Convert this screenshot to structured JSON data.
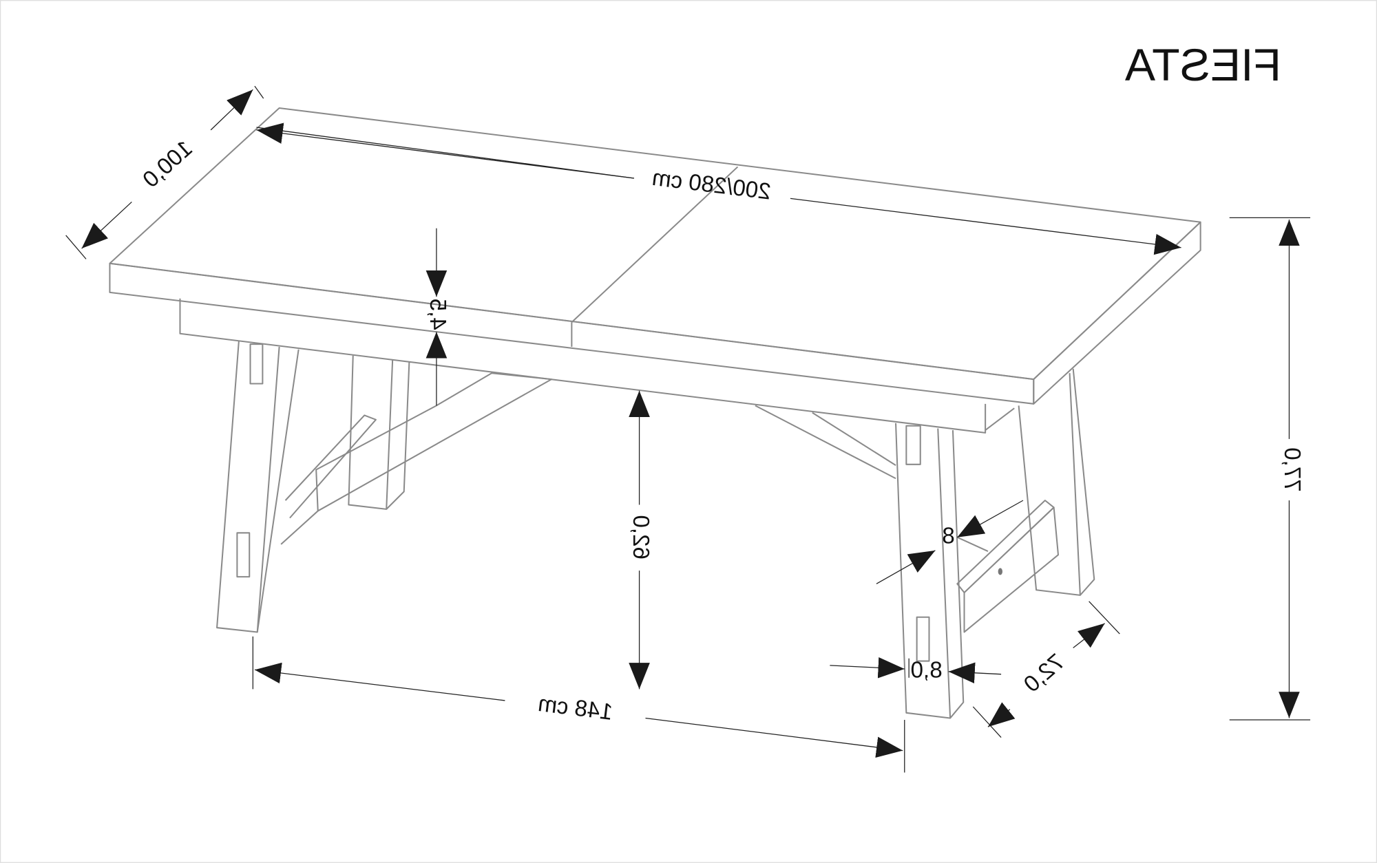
{
  "title": "FIESTA",
  "dimensions": {
    "length": "200/280 cm",
    "depth": "100,0",
    "top_thickness": "4,5",
    "clearance": "62,0",
    "height": "77,0",
    "leg_span": "148 cm",
    "leg_width": "8,0",
    "leg_depth_span": "72,0",
    "leg_thickness": "8"
  },
  "colors": {
    "line": "#8a8a8a",
    "dimension": "#222222"
  }
}
